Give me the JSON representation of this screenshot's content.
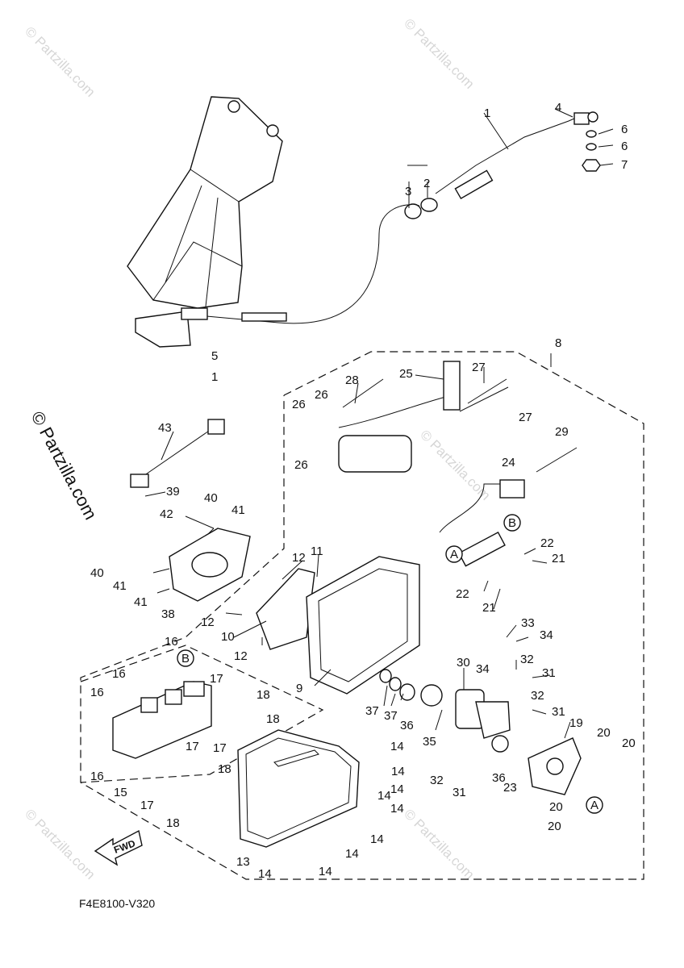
{
  "diagram_ref": "F4E8100-V320",
  "watermark": "© Partzilla.com",
  "fwd_label": "FWD",
  "markers": {
    "a": "A",
    "b": "B"
  },
  "callouts": [
    "1",
    "2",
    "3",
    "4",
    "6",
    "6",
    "7",
    "5",
    "1",
    "8",
    "25",
    "27",
    "28",
    "26",
    "26",
    "26",
    "27",
    "29",
    "24",
    "43",
    "39",
    "42",
    "40",
    "41",
    "40",
    "41",
    "41",
    "38",
    "12",
    "11",
    "12",
    "10",
    "12",
    "22",
    "21",
    "22",
    "21",
    "16",
    "16",
    "16",
    "16",
    "17",
    "18",
    "17",
    "18",
    "17",
    "18",
    "17",
    "18",
    "15",
    "9",
    "37",
    "37",
    "36",
    "35",
    "30",
    "33",
    "34",
    "34",
    "32",
    "31",
    "32",
    "31",
    "19",
    "20",
    "20",
    "32",
    "31",
    "36",
    "23",
    "20",
    "20",
    "14",
    "14",
    "14",
    "14",
    "14",
    "14",
    "14",
    "14",
    "13",
    "14"
  ]
}
